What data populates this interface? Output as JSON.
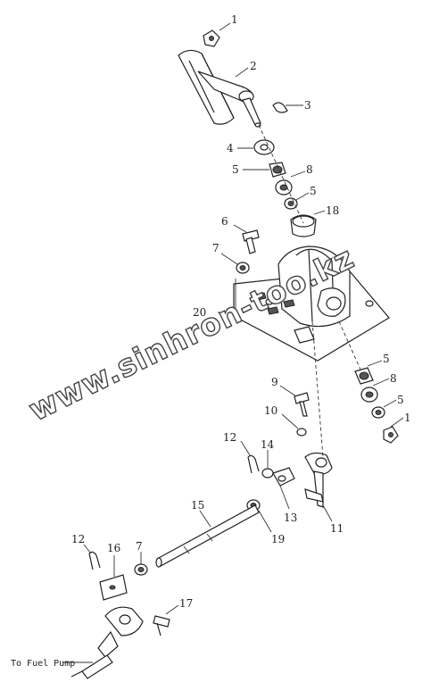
{
  "diagram": {
    "callouts": [
      "1",
      "2",
      "3",
      "4",
      "5",
      "8",
      "5",
      "18",
      "6",
      "7",
      "20",
      "5",
      "8",
      "5",
      "1",
      "9",
      "10",
      "12",
      "14",
      "13",
      "11",
      "15",
      "19",
      "12",
      "16",
      "7",
      "17"
    ],
    "caption": "To Fuel Pump",
    "watermark": "www.sinhron-too.kz"
  }
}
